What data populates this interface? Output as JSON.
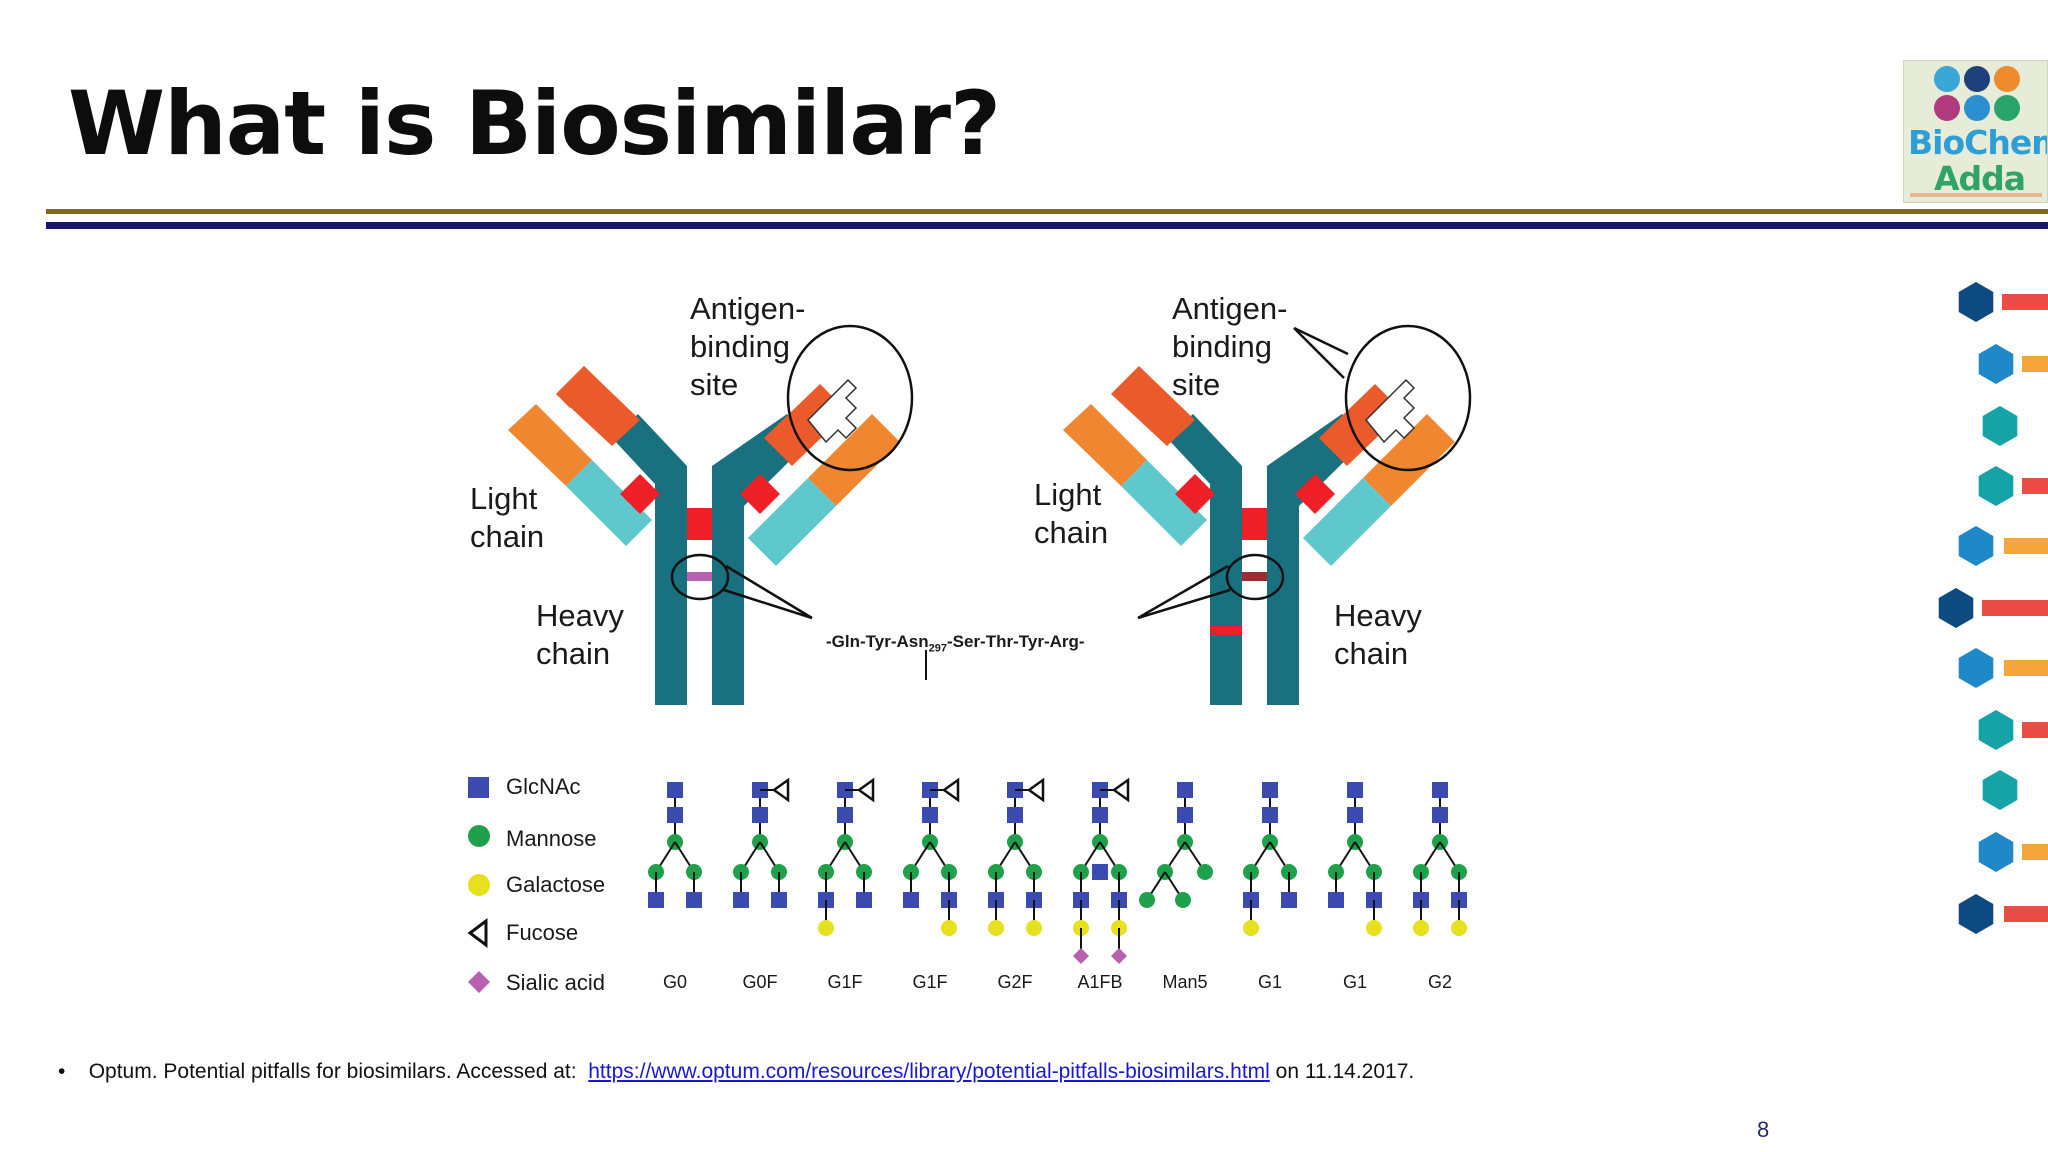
{
  "slide": {
    "title": "What is Biosimilar?",
    "page_number": "8"
  },
  "diagram": {
    "left_antibody": {
      "antigen_label": "Antigen-\nbinding\nsite",
      "light_label": "Light\nchain",
      "heavy_label": "Heavy\nchain"
    },
    "right_antibody": {
      "antigen_label": "Antigen-\nbinding\nsite",
      "light_label": "Light\nchain",
      "heavy_label": "Heavy\nchain"
    },
    "sequence": {
      "before": "-Gln-Tyr-Asn",
      "subscript": "297",
      "after": "-Ser-Thr-Tyr-Arg-"
    },
    "legend": [
      {
        "label": "GlcNAc",
        "shape": "square",
        "color": "#3b4bb0"
      },
      {
        "label": "Mannose",
        "shape": "circle",
        "color": "#1fa04a"
      },
      {
        "label": "Galactose",
        "shape": "circle",
        "color": "#e6e01e"
      },
      {
        "label": "Fucose",
        "shape": "triangle",
        "color": "#111111"
      },
      {
        "label": "Sialic acid",
        "shape": "diamond",
        "color": "#b860b0"
      }
    ],
    "glycans": [
      "G0",
      "G0F",
      "G1F",
      "G1F",
      "G2F",
      "A1FB",
      "Man5",
      "G1",
      "G1",
      "G2"
    ]
  },
  "reference": {
    "bullet": "•",
    "prefix": "Optum. Potential pitfalls for biosimilars. Accessed at:",
    "link": "https://www.optum.com/resources/library/potential-pitfalls-biosimilars.html",
    "suffix": "on 11.14.2017."
  },
  "logo": {
    "line1": "BioChem",
    "line2": "Adda"
  },
  "colors": {
    "title": "#0d0d0d",
    "gold_rule": "#7f6a1b",
    "navy_rule": "#16166b",
    "heavy_chain": "#19707e",
    "light_constant": "#5ec8cc",
    "variable_dark": "#ea5a2a",
    "variable_light": "#f08730",
    "disulfide": "#ee1f26",
    "glcnac": "#3b4bb0",
    "mannose": "#1fa04a",
    "galactose": "#e6e01e",
    "sialic": "#b860b0",
    "hex_dark": "#0d4a80",
    "hex_blue": "#1e88c8",
    "hex_teal": "#16a3a8",
    "bar_red": "#ea4c46",
    "bar_orange": "#f5a63b"
  }
}
